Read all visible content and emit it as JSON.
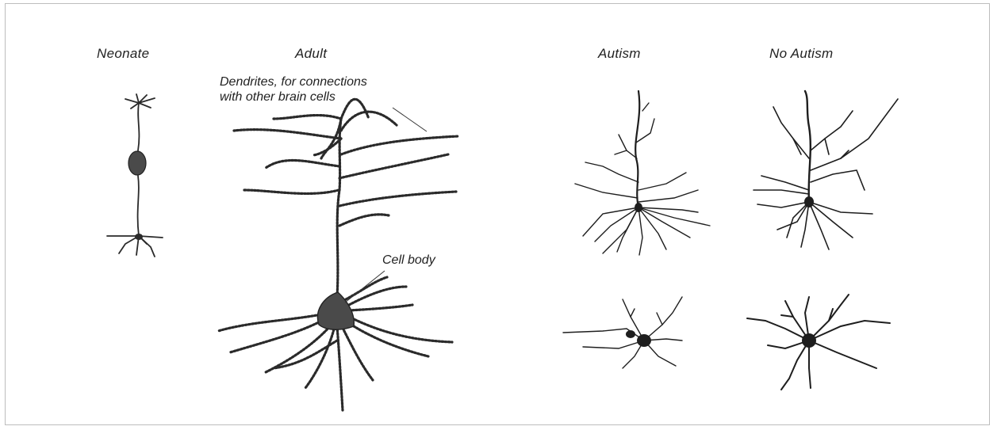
{
  "panels": {
    "neonate": "Neonate",
    "adult": "Adult",
    "autism": "Autism",
    "no_autism": "No Autism"
  },
  "annotations": {
    "dendrites": "Dendrites, for connections\nwith other brain cells",
    "cell_body": "Cell body"
  },
  "colors": {
    "ink": "#2a2a2a",
    "soma": "#4a4a4a",
    "frame": "#bdbdbd"
  }
}
